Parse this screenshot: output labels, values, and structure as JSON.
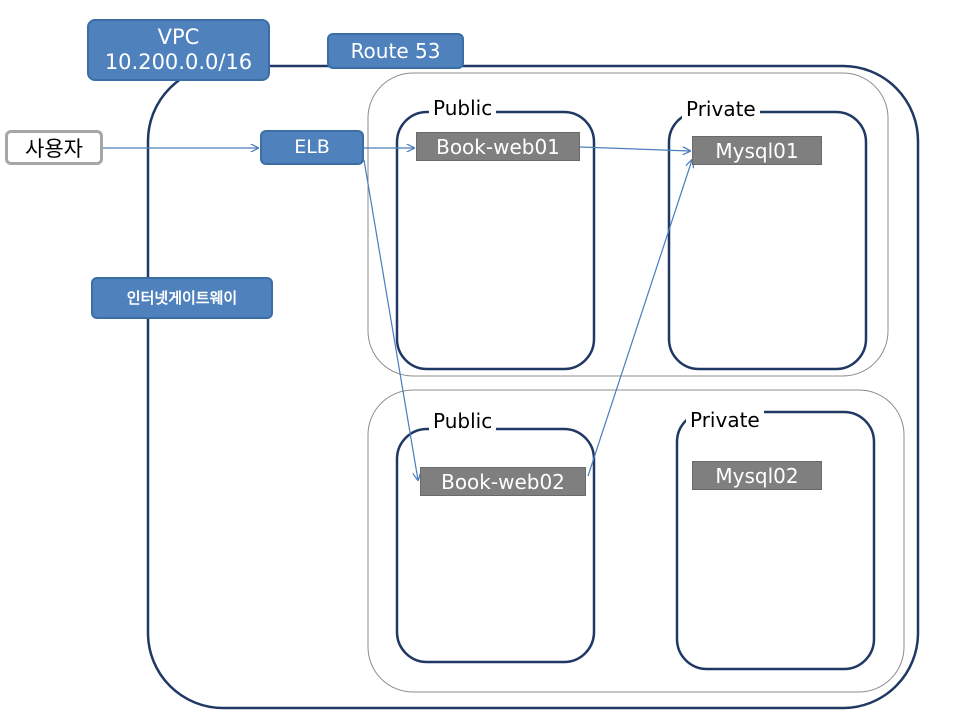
{
  "vpc": {
    "title": "VPC",
    "cidr": "10.200.0.0/16"
  },
  "route53": "Route 53",
  "user": "사용자",
  "elb": "ELB",
  "internet_gateway": "인터넷게이트웨이",
  "zones": [
    {
      "public": {
        "label": "Public",
        "server": "Book-web01"
      },
      "private": {
        "label": "Private",
        "server": "Mysql01"
      }
    },
    {
      "public": {
        "label": "Public",
        "server": "Book-web02"
      },
      "private": {
        "label": "Private",
        "server": "Mysql02"
      }
    }
  ],
  "colors": {
    "blue_fill": "#4f81bd",
    "navy_border": "#1f3864",
    "grey_server": "#7f7f7f",
    "zone_border": "#8c8c8c",
    "arrow": "#4a7ebb"
  }
}
